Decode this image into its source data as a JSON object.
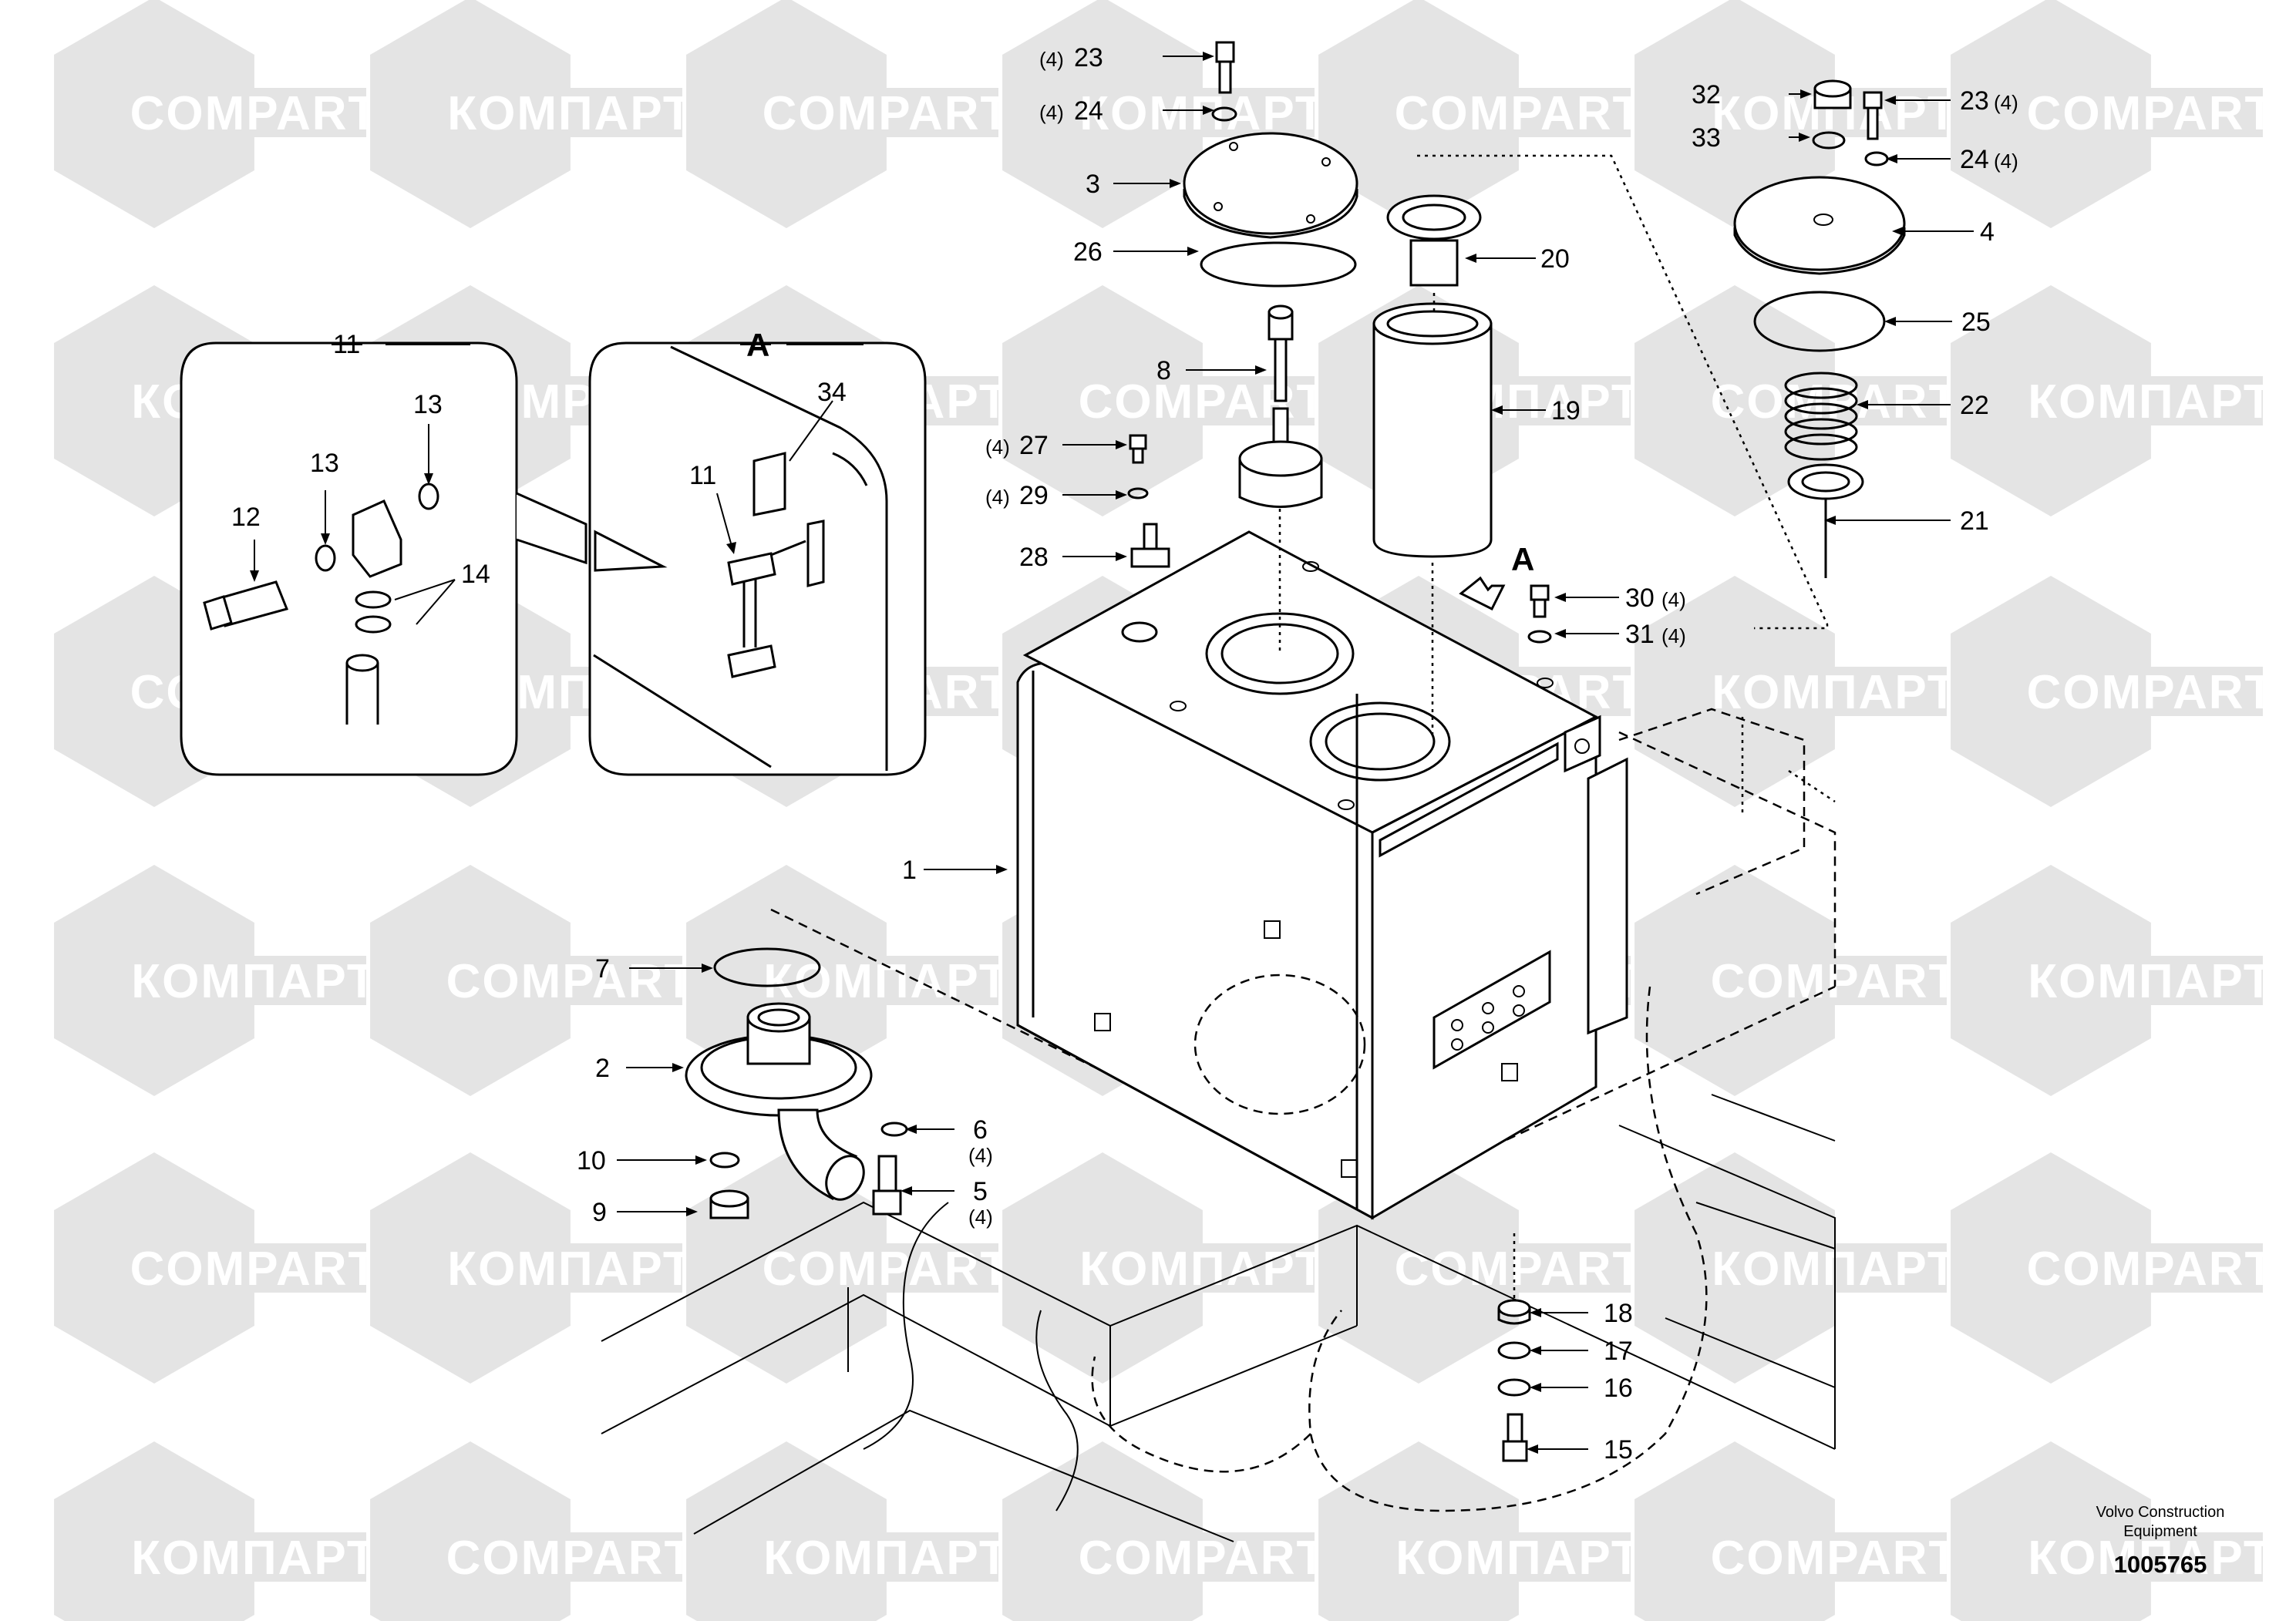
{
  "watermark": {
    "brand_latin": "COMPART",
    "brand_cyrillic": "КОМПАРТ"
  },
  "detail_views": {
    "view_11": {
      "label": "11"
    },
    "view_a": {
      "label": "A"
    }
  },
  "view_arrow": {
    "label": "A"
  },
  "callouts": {
    "c1": "1",
    "c2": "2",
    "c3": "3",
    "c4": "4",
    "c5": "5",
    "c6": "6",
    "c7": "7",
    "c8": "8",
    "c9": "9",
    "c10": "10",
    "c11": "11",
    "c12": "12",
    "c13a": "13",
    "c13b": "13",
    "c14": "14",
    "c15": "15",
    "c16": "16",
    "c17": "17",
    "c18": "18",
    "c19": "19",
    "c20": "20",
    "c21": "21",
    "c22": "22",
    "c23a": "23",
    "c23b": "23",
    "c24a": "24",
    "c24b": "24",
    "c25": "25",
    "c26": "26",
    "c27": "27",
    "c28": "28",
    "c29": "29",
    "c30": "30",
    "c31": "31",
    "c32": "32",
    "c33": "33",
    "c34": "34"
  },
  "quantities": {
    "q23a": "(4)",
    "q24a": "(4)",
    "q23b": "(4)",
    "q24b": "(4)",
    "q27": "(4)",
    "q29": "(4)",
    "q30": "(4)",
    "q31": "(4)",
    "q6": "(4)",
    "q5": "(4)"
  },
  "footer": {
    "company_line1": "Volvo Construction",
    "company_line2": "Equipment",
    "drawing_number": "1005765"
  }
}
